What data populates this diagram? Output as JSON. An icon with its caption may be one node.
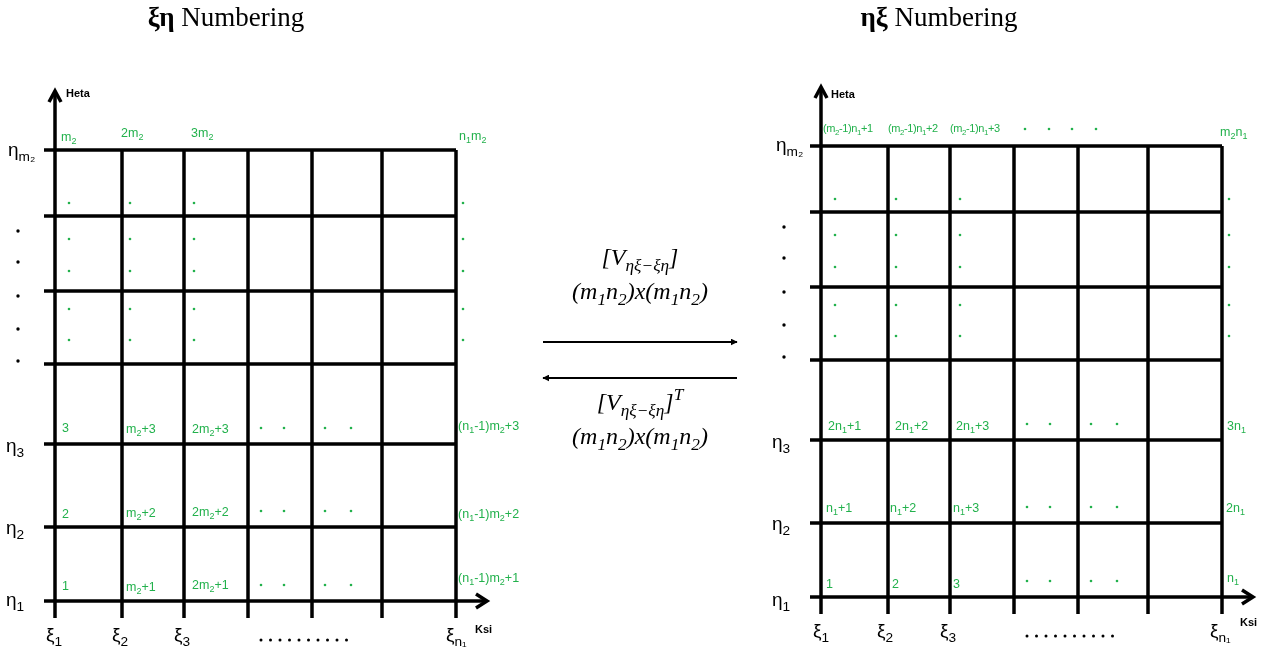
{
  "diagram": {
    "nodes": [
      {
        "text": [
          "**ξη** Numbering"
        ]
      },
      {
        "text": [
          "**ηξ** Numbering"
        ]
      }
    ],
    "edges": [
      {
        "from": 0,
        "to": 1,
        "arrow": "to",
        "label": "[V$_{ηξ−ξη}$] (m$_{1}$n$_{2}$)x(m$_{1}$n$_{2}$)"
      },
      {
        "from": 1,
        "to": 0,
        "arrow": "to",
        "label": "[V$_{ηξ−ξη}$]$^{T}$ (m$_{1}$n$_{2}$)x(m$_{1}$n$_{2}$)"
      }
    ],
    "labels": [
      "Heta",
      "m$_{2}$",
      "2m$_{2}$",
      "3m$_{2}$",
      "n$_{1}$m$_{2}$",
      "η$_{m₂}$",
      "3",
      "m$_{2}$+3",
      "2m$_{2}$+3",
      "(n$_{1}$-1)m$_{2}$+3",
      "η$_{3}$",
      "2",
      "m$_{2}$+2",
      "2m$_{2}$+2",
      "(n$_{1}$-1)m$_{2}$+2",
      "η$_{2}$",
      "1",
      "m$_{2}$+1",
      "2m$_{2}$+1",
      "(n$_{1}$-1)m$_{2}$+1",
      "η$_{1}$",
      "ξ$_{1}$",
      "ξ$_{2}$",
      "ξ$_{3}$",
      "ξ$_{n₁}$",
      "Ksi",
      "Heta",
      "(m$_{2}$-1)n$_{1}$+1",
      "(m$_{2}$-1)n$_{1}$+2",
      "(m$_{2}$-1)n$_{1}$+3",
      "m$_{2}$n$_{1}$",
      "η$_{m₂}$",
      "2n$_{1}$+1",
      "2n$_{1}$+2",
      "2n$_{1}$+3",
      "3n$_{1}$",
      "η$_{3}$",
      "n$_{1}$+1",
      "n$_{1}$+2",
      "n$_{1}$+3",
      "2n$_{1}$",
      "η$_{2}$",
      "1",
      "2",
      "3",
      "n$_{1}$",
      "η$_{1}$",
      "ξ$_{1}$",
      "ξ$_{2}$",
      "ξ$_{3}$",
      "ξ$_{n₁}$",
      "Ksi"
    ]
  }
}
